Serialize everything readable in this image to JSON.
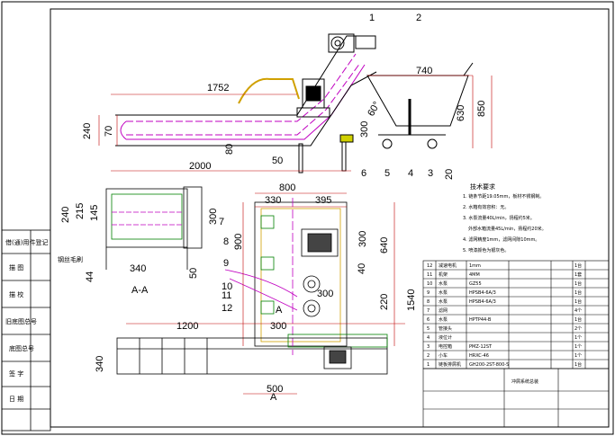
{
  "margin": {
    "l1": "借(通)用件登记",
    "l2": "描 图",
    "l3": "描 校",
    "l4": "旧底图总号",
    "l5": "底图总号",
    "l6": "签 字",
    "l7": "日 期"
  },
  "dims": {
    "d1752": "1752",
    "d2000": "2000",
    "d740": "740",
    "d630": "630",
    "d850": "850",
    "d240": "240",
    "d70": "70",
    "d80": "80",
    "d50": "50",
    "d300": "300",
    "angle": "60°",
    "d20": "20"
  },
  "callouts": {
    "c1": "1",
    "c2": "2",
    "c3": "3",
    "c4": "4",
    "c5": "5",
    "c6": "6",
    "c7": "7",
    "c8": "8",
    "c9": "9",
    "c10": "10",
    "c11": "11",
    "c12": "12"
  },
  "section": {
    "d240": "240",
    "d215": "215",
    "d145": "145",
    "d300": "300",
    "d44": "44",
    "d50": "50",
    "d340": "340",
    "title": "A-A",
    "note": "钢丝毛刷"
  },
  "plan": {
    "d800": "800",
    "d330": "330",
    "d395": "395",
    "d900": "900",
    "d300": "300",
    "d640": "640",
    "d40": "40",
    "d220": "220",
    "d1540": "1540",
    "d300b": "300",
    "d300c": "300",
    "d1200": "1200",
    "d500": "500",
    "d340": "340",
    "arrowA": "A",
    "arrowA2": "A"
  },
  "notes": {
    "title": "技术要求",
    "n1": "1. 链条节距19.05mm，板材不锈钢制。",
    "n2": "2. 水箱有效容积：无。",
    "n3": "3. 水泵流量40L/min，扬程约5米。",
    "n3b": "外部水箱流量45L/min，扬程约20米。",
    "n4": "4. 滤网精度1mm，滤网间隙10mm。",
    "n5": "5. 喷漆颜色为银灰色。"
  },
  "parts": [
    {
      "no": "12",
      "name": "减速电机",
      "spec": "1mm",
      "qty": "1台"
    },
    {
      "no": "11",
      "name": "机架",
      "spec": "4MM",
      "qty": "1套"
    },
    {
      "no": "10",
      "name": "水泵",
      "spec": "GZ55",
      "qty": "1台"
    },
    {
      "no": "9",
      "name": "水泵",
      "spec": "HPSB4-6A/3",
      "qty": "1台"
    },
    {
      "no": "8",
      "name": "水泵",
      "spec": "HPSB4-6A/3",
      "qty": "1台"
    },
    {
      "no": "7",
      "name": "滤网",
      "spec": "",
      "qty": "4个"
    },
    {
      "no": "6",
      "name": "水泵",
      "spec": "HPTP44-B",
      "qty": "1台"
    },
    {
      "no": "5",
      "name": "管接头",
      "spec": "",
      "qty": "2个"
    },
    {
      "no": "4",
      "name": "液位计",
      "spec": "",
      "qty": "1个"
    },
    {
      "no": "3",
      "name": "电控箱",
      "spec": "PMZ-12ST",
      "qty": "1个"
    },
    {
      "no": "2",
      "name": "小车",
      "spec": "HRXC-46",
      "qty": "1个"
    },
    {
      "no": "1",
      "name": "链板排屑机",
      "spec": "GH200-2ST-800-S",
      "qty": "1台"
    }
  ],
  "title_block": {
    "name": "冲屑系统总装"
  }
}
